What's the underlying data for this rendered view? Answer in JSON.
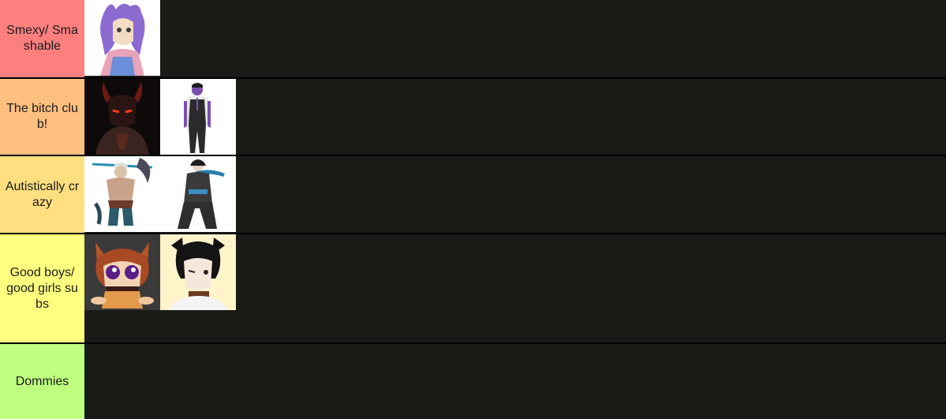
{
  "tiers": [
    {
      "label": "Smexy/ Smashable",
      "color": "#ff7f7f",
      "items": [
        {
          "icon": "purple-haired-character-thumbnail"
        }
      ]
    },
    {
      "label": "The bitch club!",
      "color": "#ffbf7f",
      "items": [
        {
          "icon": "horned-demon-thumbnail"
        },
        {
          "icon": "purple-skinned-man-in-vest-thumbnail"
        }
      ]
    },
    {
      "label": "Autistically crazy",
      "color": "#ffdf7f",
      "items": [
        {
          "icon": "armored-warrior-with-staff-thumbnail"
        },
        {
          "icon": "dark-coated-man-with-scarf-thumbnail"
        }
      ]
    },
    {
      "label": "Good boys/ good girls subs",
      "color": "#ffff7f",
      "items": [
        {
          "icon": "fox-eared-chibi-thumbnail"
        },
        {
          "icon": "black-haired-boy-with-collar-thumbnail"
        }
      ]
    },
    {
      "label": "Dommies",
      "color": "#bfff7f",
      "items": []
    }
  ],
  "colors": {
    "background": "#1a1a17",
    "separator": "#000000"
  }
}
